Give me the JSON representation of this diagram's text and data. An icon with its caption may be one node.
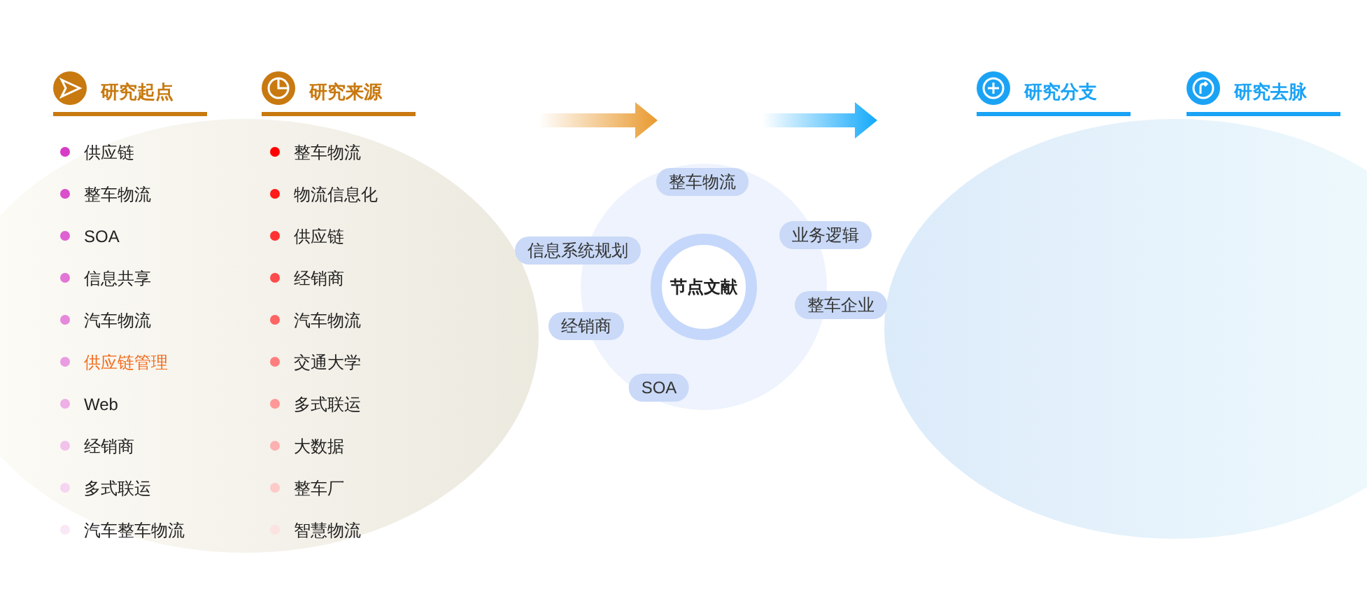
{
  "diagram": {
    "nodes": [
      {
        "text": [
          "节点文献"
        ]
      },
      {
        "text": [
          "整车物流"
        ]
      },
      {
        "text": [
          "信息系统规划"
        ]
      },
      {
        "text": [
          "业务逻辑"
        ]
      },
      {
        "text": [
          "整车企业"
        ]
      },
      {
        "text": [
          "经销商"
        ]
      },
      {
        "text": [
          "SOA"
        ]
      }
    ],
    "labels": [
      "研究起点",
      "研究来源",
      "研究分支",
      "研究去脉",
      "供应链",
      "整车物流",
      "SOA",
      "信息共享",
      "汽车物流",
      "供应链管理",
      "Web",
      "经销商",
      "多式联运",
      "汽车整车物流",
      "整车物流",
      "物流信息化",
      "供应链",
      "经销商",
      "汽车物流",
      "交通大学",
      "多式联运",
      "大数据",
      "整车厂",
      "智慧物流"
    ]
  }
}
